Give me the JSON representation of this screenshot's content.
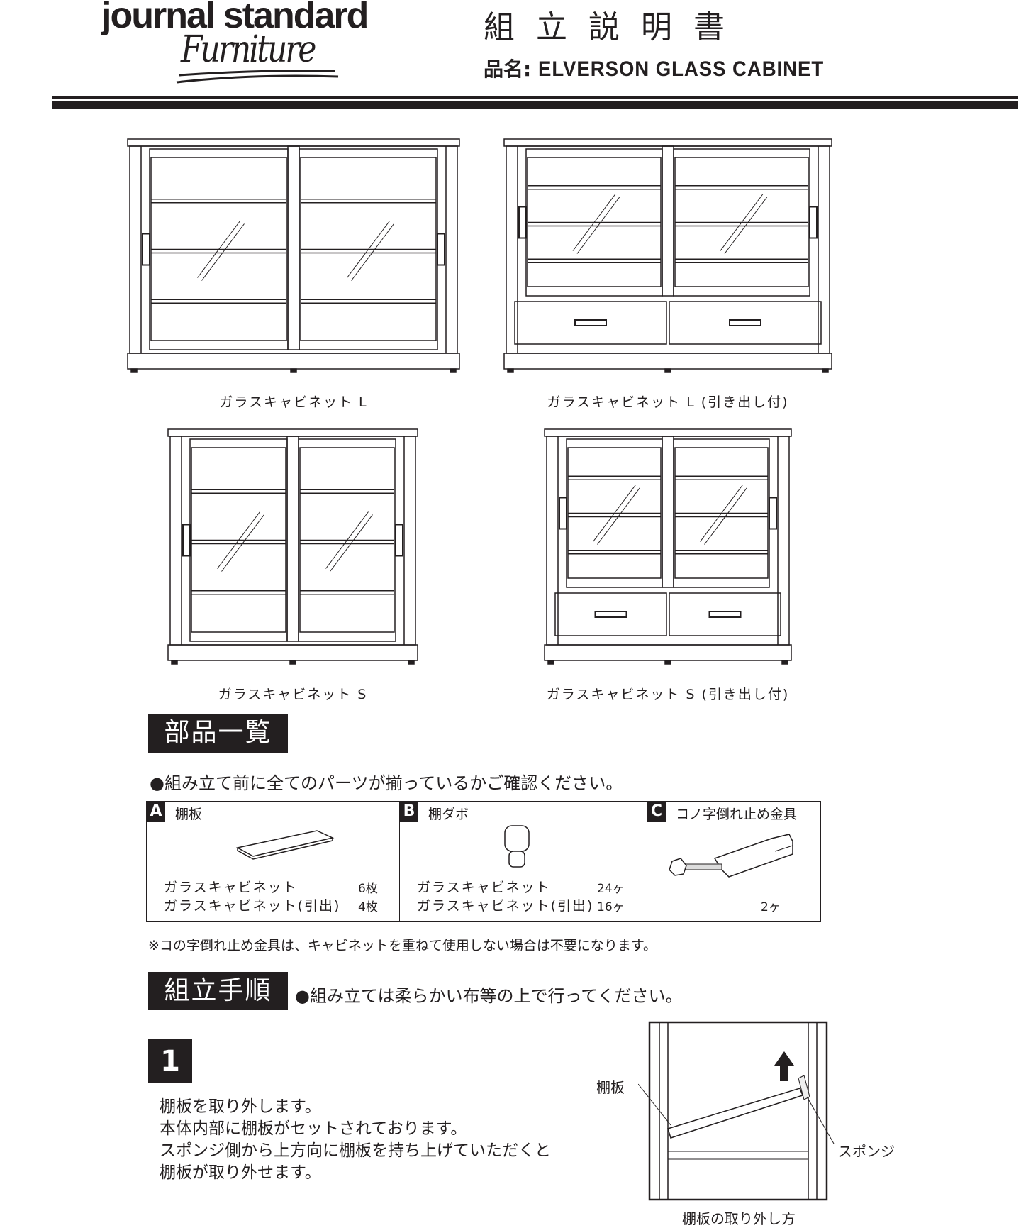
{
  "header": {
    "brand": "journal standard",
    "brand_sub": "Furniture",
    "title": "組立説明書",
    "product_label": "品名:",
    "product_name": "ELVERSON GLASS CABINET"
  },
  "models": [
    {
      "caption": "ガラスキャビネット L",
      "drawers": false
    },
    {
      "caption": "ガラスキャビネット L (引き出し付)",
      "drawers": true
    },
    {
      "caption": "ガラスキャビネット S",
      "drawers": false
    },
    {
      "caption": "ガラスキャビネット S (引き出し付)",
      "drawers": true
    }
  ],
  "parts_section": {
    "heading": "部品一覧",
    "notice": "●組み立て前に全てのパーツが揃っているかご確認ください。",
    "parts": [
      {
        "letter": "A",
        "name": "棚板",
        "rows": [
          {
            "model": "ガラスキャビネット",
            "qty": "6枚"
          },
          {
            "model": "ガラスキャビネット(引出)",
            "qty": "4枚"
          }
        ]
      },
      {
        "letter": "B",
        "name": "棚ダボ",
        "rows": [
          {
            "model": "ガラスキャビネット",
            "qty": "24ヶ"
          },
          {
            "model": "ガラスキャビネット(引出)",
            "qty": "16ヶ"
          }
        ]
      },
      {
        "letter": "C",
        "name": "コノ字倒れ止め金具",
        "qty": "2ヶ"
      }
    ],
    "footnote": "※コの字倒れ止め金具は、キャビネットを重ねて使用しない場合は不要になります。"
  },
  "assembly": {
    "heading": "組立手順",
    "notice": "●組み立ては柔らかい布等の上で行ってください。",
    "steps": [
      {
        "number": "1",
        "lines": [
          "棚板を取り外します。",
          "本体内部に棚板がセットされております。",
          "スポンジ側から上方向に棚板を持ち上げていただくと",
          "棚板が取り外せます。"
        ],
        "figure": {
          "label_shelf": "棚板",
          "label_sponge": "スポンジ",
          "caption": "棚板の取り外し方"
        }
      }
    ]
  }
}
